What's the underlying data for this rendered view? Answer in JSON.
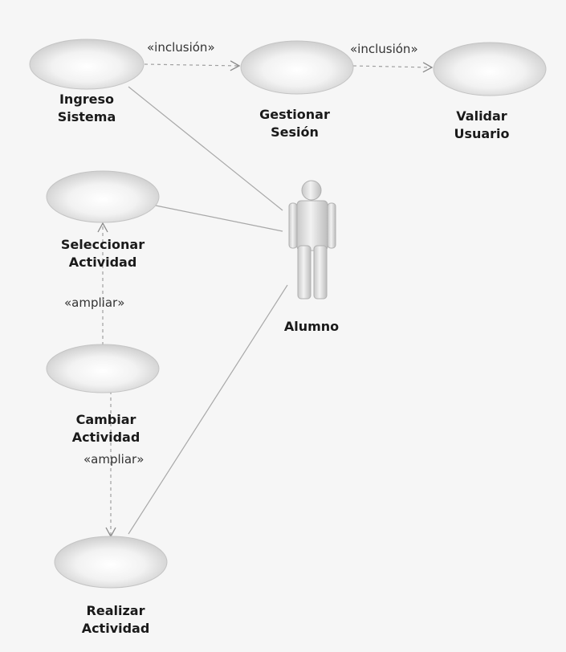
{
  "use_cases": {
    "ingreso": {
      "line1": "Ingreso",
      "line2": "Sistema"
    },
    "gestionar": {
      "line1": "Gestionar",
      "line2": "Sesión"
    },
    "validar": {
      "line1": "Validar",
      "line2": "Usuario"
    },
    "seleccionar": {
      "line1": "Seleccionar",
      "line2": "Actividad"
    },
    "cambiar": {
      "line1": "Cambiar",
      "line2": "Actividad"
    },
    "realizar": {
      "line1": "Realizar",
      "line2": "Actividad"
    }
  },
  "actor": {
    "name": "Alumno"
  },
  "stereotypes": {
    "inclusion_1": "«inclusión»",
    "inclusion_2": "«inclusión»",
    "ampliar_1": "«ampliar»",
    "ampliar_2": "«ampliar»"
  }
}
